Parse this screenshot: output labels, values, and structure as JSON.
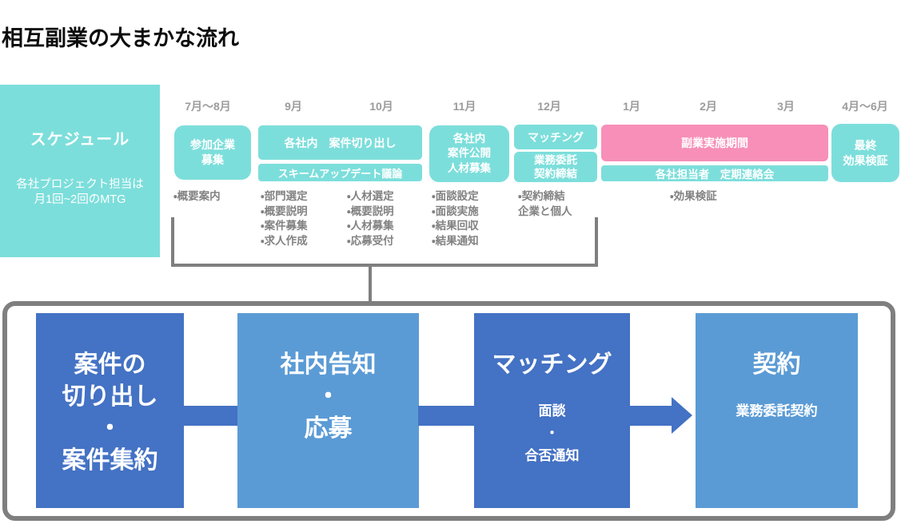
{
  "page_title": "相互副業の大まかな流れ",
  "schedule_panel": {
    "title": "スケジュール",
    "note": [
      "各社プロジェクト担当は",
      "月1回~2回のMTG"
    ]
  },
  "months": [
    "7月〜8月",
    "9月",
    "10月",
    "11月",
    "12月",
    "1月",
    "2月",
    "3月",
    "4月〜6月"
  ],
  "timeline_boxes": {
    "recruit_companies": {
      "lines": [
        "参加企業",
        "募集"
      ]
    },
    "case_carveout": {
      "label": "各社内　案件切り出し"
    },
    "scheme_update": {
      "label": "スキームアップデート議論"
    },
    "case_publish": {
      "lines": [
        "各社内",
        "案件公開",
        "人材募集"
      ]
    },
    "matching": {
      "label": "マッチング"
    },
    "outsourcing_contract": {
      "lines": [
        "業務委託",
        "契約締結"
      ]
    },
    "side_job_period": {
      "label": "副業実施期間"
    },
    "regular_meeting": {
      "label": "各社担当者　定期連絡会"
    },
    "final_review": {
      "lines": [
        "最終",
        "効果検証"
      ]
    }
  },
  "bullets": {
    "jul_aug": [
      "・概要案内"
    ],
    "sep": [
      "・部門選定",
      "・概要説明",
      "・案件募集",
      "・求人作成"
    ],
    "oct": [
      "・人材選定",
      "・概要説明",
      "・人材募集",
      "・応募受付"
    ],
    "nov": [
      "・面談設定",
      "・面談実施",
      "・結果回収",
      "・結果通知"
    ],
    "dec": [
      "・契約締結",
      "企業と個人"
    ],
    "jan_mar": [
      "・効果検証"
    ]
  },
  "flow_steps": [
    {
      "big": [
        "案件の",
        "切り出し",
        "・",
        "案件集約"
      ]
    },
    {
      "big": [
        "社内告知",
        "・",
        "応募"
      ]
    },
    {
      "big": [
        "マッチング"
      ],
      "small": [
        "面談",
        "・",
        "合否通知"
      ]
    },
    {
      "big": [
        "契約"
      ],
      "small": [
        "業務委託契約"
      ]
    }
  ],
  "colors": {
    "teal": "#7CDEDB",
    "pink": "#F78FB8",
    "dark_blue": "#4472C4",
    "light_blue": "#5B9BD5",
    "frame_gray": "#7F7F7F",
    "month_text": "#9C9C9C",
    "bullet_text": "#828282"
  }
}
